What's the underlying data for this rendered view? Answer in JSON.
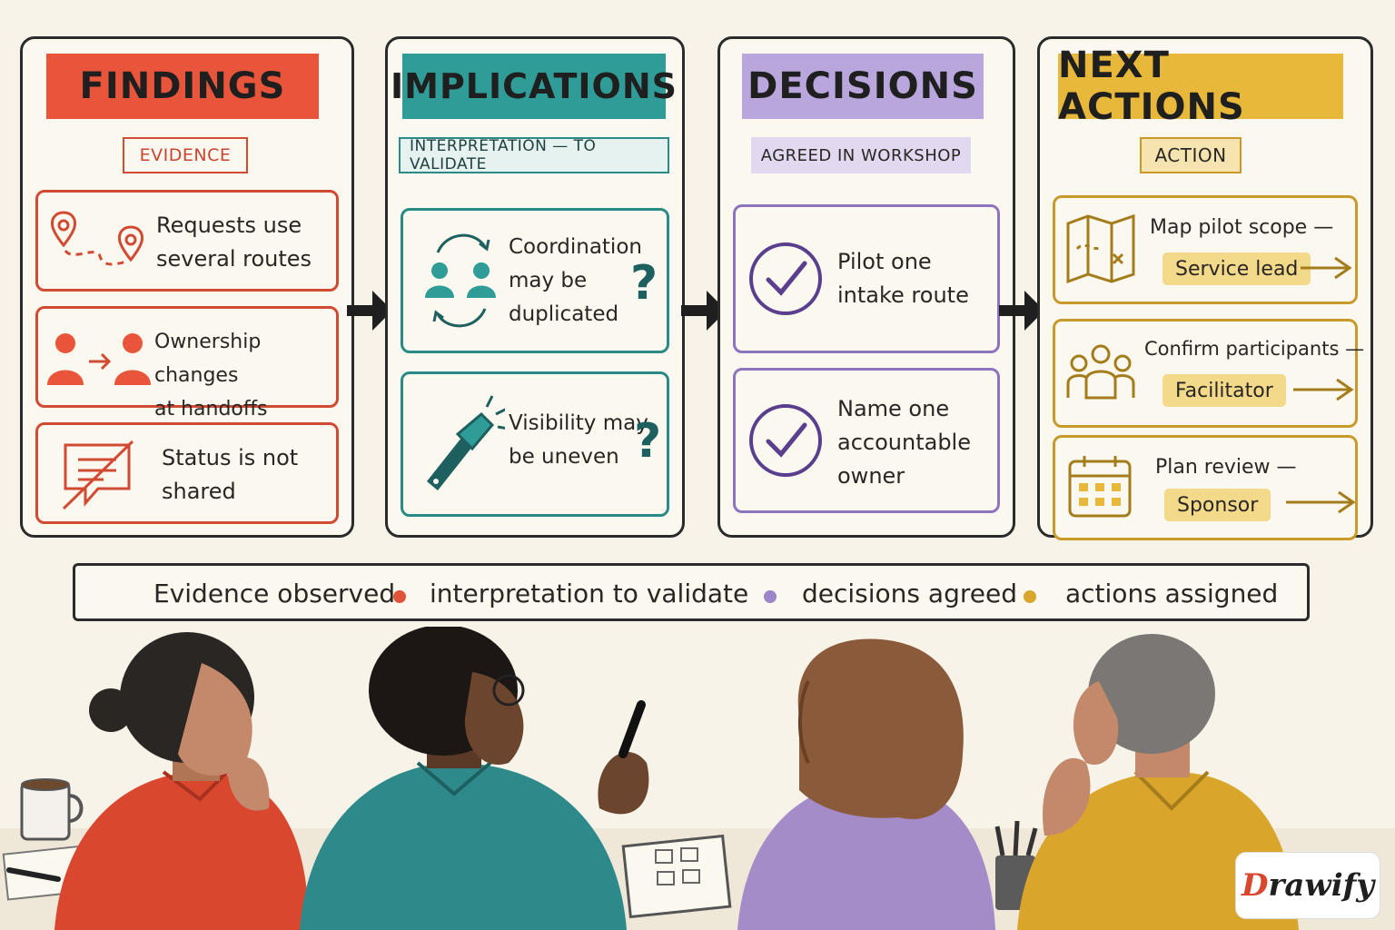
{
  "columns": [
    {
      "title": "FINDINGS",
      "tag": "EVIDENCE",
      "cards": [
        {
          "text": "Requests use\nseveral routes",
          "icon": "route-pin-icon"
        },
        {
          "text": "Ownership changes\nat handoffs",
          "icon": "handoff-people-icon"
        },
        {
          "text": "Status is not\nshared",
          "icon": "no-message-icon"
        }
      ]
    },
    {
      "title": "IMPLICATIONS",
      "tag": "INTERPRETATION — TO VALIDATE",
      "cards": [
        {
          "text": "Coordination\nmay be\nduplicated",
          "icon": "cycle-people-icon",
          "mark": "?"
        },
        {
          "text": "Visibility may\nbe uneven",
          "icon": "flashlight-icon",
          "mark": "?"
        }
      ]
    },
    {
      "title": "DECISIONS",
      "tag": "AGREED IN WORKSHOP",
      "cards": [
        {
          "text": "Pilot one\nintake route",
          "icon": "check-circle-icon"
        },
        {
          "text": "Name one\naccountable\nowner",
          "icon": "check-circle-icon"
        }
      ]
    },
    {
      "title": "NEXT ACTIONS",
      "tag": "ACTION",
      "cards": [
        {
          "title": "Map pilot scope —",
          "owner": "Service lead",
          "icon": "map-icon"
        },
        {
          "title": "Confirm participants —",
          "owner": "Facilitator",
          "icon": "group-icon"
        },
        {
          "title": "Plan review —",
          "owner": "Sponsor",
          "icon": "calendar-icon"
        }
      ]
    }
  ],
  "legend": {
    "items": [
      "Evidence observed",
      "interpretation to validate",
      "decisions agreed",
      "actions assigned"
    ],
    "dot_colors": [
      "#e0543a",
      "#9b86c8",
      "#d9a62b"
    ]
  },
  "logo": "Drawify",
  "colors": {
    "findings": "#e9553a",
    "findings_line": "#d24a32",
    "implications": "#2f9c98",
    "implications_line": "#2a8a87",
    "decisions": "#b9a6dc",
    "decisions_line": "#8e74bd",
    "actions": "#e7b83a",
    "actions_line": "#c79a2a"
  }
}
